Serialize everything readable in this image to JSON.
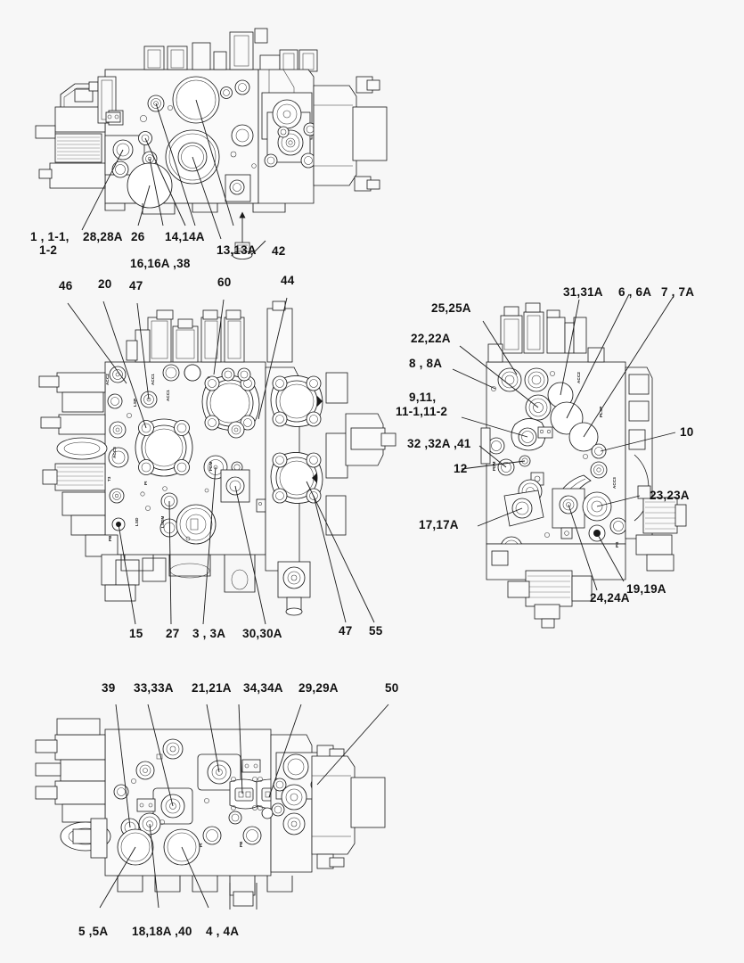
{
  "document": {
    "type": "exploded-parts-diagram",
    "subject": "Hydraulic main control valve assembly",
    "background_color": "#f7f7f7",
    "line_color": "#1a1a1a",
    "views": 4
  },
  "views": [
    {
      "id": "view-top",
      "name": "top-view-assembly",
      "callouts": [
        {
          "id": "c1",
          "text": "1 , 1-1,",
          "line2": "1-2"
        },
        {
          "id": "c2",
          "text": "28,28A"
        },
        {
          "id": "c3",
          "text": "26"
        },
        {
          "id": "c4",
          "text": "16,16A ,38"
        },
        {
          "id": "c5",
          "text": "14,14A"
        },
        {
          "id": "c6",
          "text": "13,13A"
        },
        {
          "id": "c7",
          "text": "42"
        }
      ]
    },
    {
      "id": "view-middle-left",
      "name": "middle-left-assembly",
      "callouts": [
        {
          "id": "c8",
          "text": "46"
        },
        {
          "id": "c9",
          "text": "20"
        },
        {
          "id": "c10",
          "text": "47"
        },
        {
          "id": "c11",
          "text": "60"
        },
        {
          "id": "c12",
          "text": "44"
        },
        {
          "id": "c13",
          "text": "15"
        },
        {
          "id": "c14",
          "text": "27"
        },
        {
          "id": "c15",
          "text": "3 , 3A"
        },
        {
          "id": "c16",
          "text": "30,30A"
        },
        {
          "id": "c17",
          "text": "47"
        },
        {
          "id": "c18",
          "text": "55"
        }
      ],
      "port_labels": [
        "ACC2",
        "ACC1",
        "ACC1",
        "LSP",
        "ACC3",
        "T3",
        "PI",
        "LSD",
        "LSDM",
        "PB",
        "T"
      ]
    },
    {
      "id": "view-middle-right",
      "name": "middle-right-assembly",
      "callouts": [
        {
          "id": "c19",
          "text": "25,25A"
        },
        {
          "id": "c20",
          "text": "22,22A"
        },
        {
          "id": "c21",
          "text": "8 , 8A"
        },
        {
          "id": "c22",
          "text": "9,11,",
          "line2": "11-1,11-2"
        },
        {
          "id": "c23",
          "text": "32 ,32A ,41"
        },
        {
          "id": "c24",
          "text": "12"
        },
        {
          "id": "c25",
          "text": "17,17A"
        },
        {
          "id": "c26",
          "text": "31,31A"
        },
        {
          "id": "c27",
          "text": "6 , 6A"
        },
        {
          "id": "c28",
          "text": "7 , 7A"
        },
        {
          "id": "c29",
          "text": "10"
        },
        {
          "id": "c30",
          "text": "23,23A"
        },
        {
          "id": "c31",
          "text": "19,19A"
        },
        {
          "id": "c32",
          "text": "24,24A"
        }
      ],
      "port_labels": [
        "ACC2",
        "PLSP",
        "ACC3",
        "PB",
        "PDM"
      ]
    },
    {
      "id": "view-bottom",
      "name": "bottom-view-assembly",
      "callouts": [
        {
          "id": "c33",
          "text": "39"
        },
        {
          "id": "c34",
          "text": "33,33A"
        },
        {
          "id": "c35",
          "text": "21,21A"
        },
        {
          "id": "c36",
          "text": "34,34A"
        },
        {
          "id": "c37",
          "text": "29,29A"
        },
        {
          "id": "c38",
          "text": "50"
        },
        {
          "id": "c39",
          "text": "5 ,5A"
        },
        {
          "id": "c40",
          "text": "18,18A ,40"
        },
        {
          "id": "c41",
          "text": "4 , 4A"
        }
      ],
      "port_labels": [
        "PI",
        "PB"
      ]
    }
  ],
  "labels": {
    "v1_1": "1 , 1-1,",
    "v1_1b": "1-2",
    "v1_28": "28,28A",
    "v1_26": "26",
    "v1_16": "16,16A ,38",
    "v1_14": "14,14A",
    "v1_13": "13,13A",
    "v1_42": "42",
    "v2_46": "46",
    "v2_20": "20",
    "v2_47t": "47",
    "v2_60": "60",
    "v2_44": "44",
    "v2_15": "15",
    "v2_27": "27",
    "v2_3": "3 , 3A",
    "v2_30": "30,30A",
    "v2_47b": "47",
    "v2_55": "55",
    "v3_25": "25,25A",
    "v3_22": "22,22A",
    "v3_8": "8 , 8A",
    "v3_9": "9,11,",
    "v3_9b": "11-1,11-2",
    "v3_32": "32 ,32A ,41",
    "v3_12": "12",
    "v3_17": "17,17A",
    "v3_31": "31,31A",
    "v3_6": "6 , 6A",
    "v3_7": "7 , 7A",
    "v3_10": "10",
    "v3_23": "23,23A",
    "v3_19": "19,19A",
    "v3_24": "24,24A",
    "v4_39": "39",
    "v4_33": "33,33A",
    "v4_21": "21,21A",
    "v4_34": "34,34A",
    "v4_29": "29,29A",
    "v4_50": "50",
    "v4_5": "5 ,5A",
    "v4_18": "18,18A ,40",
    "v4_4": "4 , 4A"
  },
  "ports": {
    "acc2": "ACC2",
    "acc1": "ACC1",
    "acc1b": "ACC1",
    "lsp": "LSP",
    "acc3": "ACC3",
    "t3": "T3",
    "pi": "PI",
    "lsd": "LSD",
    "lsdm": "LSDM",
    "pb": "PB",
    "t": "T",
    "pdm": "PDM",
    "r_acc2": "ACC2",
    "r_plsp": "PLSP",
    "r_acc3": "ACC3",
    "r_pb": "PB",
    "r_pdm": "PDM",
    "b_pi": "PI",
    "b_pb": "PB"
  }
}
